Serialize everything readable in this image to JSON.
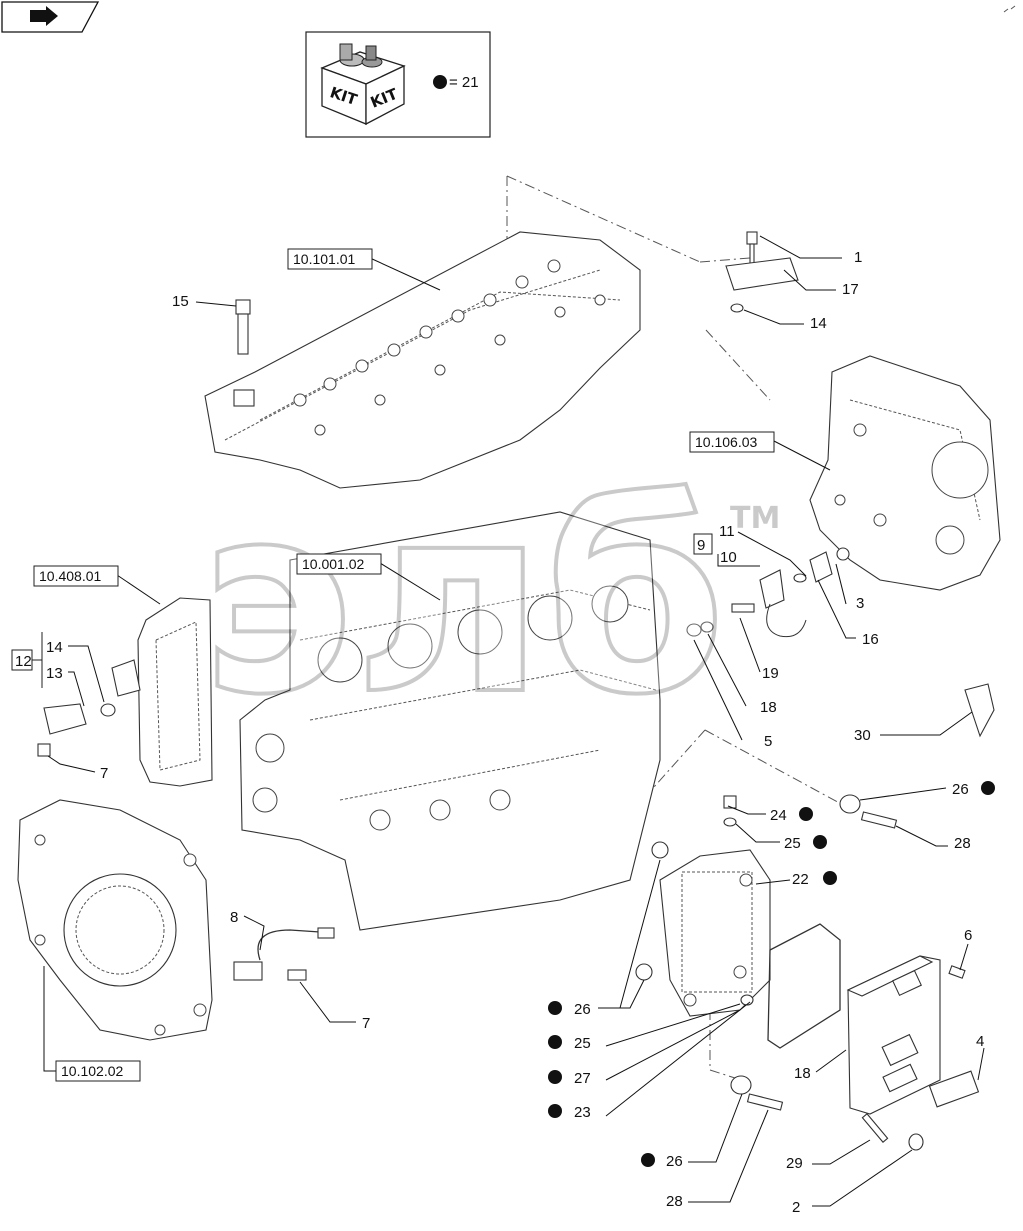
{
  "kit": {
    "box_text_left": "KIT",
    "box_text_right": "KIT",
    "legend_text": "= 21"
  },
  "watermark": {
    "text": "элб",
    "tm": "TM"
  },
  "refs": {
    "r_10_101_01": "10.101.01",
    "r_10_106_03": "10.106.03",
    "r_10_408_01": "10.408.01",
    "r_10_001_02": "10.001.02",
    "r_10_102_02": "10.102.02"
  },
  "labels": {
    "n1": "1",
    "n17": "17",
    "n14a": "14",
    "n15": "15",
    "n11": "11",
    "n9": "9",
    "n10": "10",
    "n3": "3",
    "n16": "16",
    "n19": "19",
    "n18a": "18",
    "n5": "5",
    "n30": "30",
    "n12": "12",
    "n14b": "14",
    "n13": "13",
    "n7a": "7",
    "n24": "24",
    "n25a": "25",
    "n26a": "26",
    "n28a": "28",
    "n22": "22",
    "n6": "6",
    "n8": "8",
    "n7b": "7",
    "n26b": "26",
    "n25b": "25",
    "n27": "27",
    "n23": "23",
    "n4": "4",
    "n18b": "18",
    "n26c": "26",
    "n29": "29",
    "n28b": "28",
    "n2": "2"
  }
}
